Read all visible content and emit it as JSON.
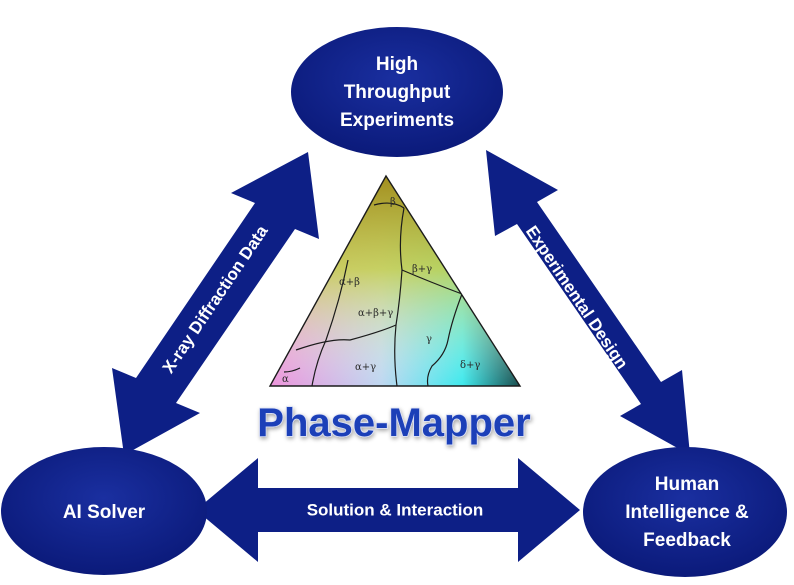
{
  "title": "Phase-Mapper",
  "nodes": {
    "top": {
      "lines": [
        "High",
        "Throughput",
        "Experiments"
      ]
    },
    "left": {
      "lines": [
        "AI Solver"
      ]
    },
    "right": {
      "lines": [
        "Human",
        "Intelligence &",
        "Feedback"
      ]
    }
  },
  "arrows": {
    "left": {
      "label": "X-ray Diffraction Data"
    },
    "right": {
      "label": "Experimental Design"
    },
    "bottom": {
      "label": "Solution & Interaction"
    }
  },
  "phase_diagram": {
    "regions": [
      "β",
      "β+γ",
      "α+β",
      "α+β+γ",
      "γ",
      "α+γ",
      "δ+γ",
      "α"
    ]
  },
  "colors": {
    "node_fill": "#0d1f86",
    "arrow_fill": "#0d1f86",
    "title_fill": "#1f3fb8"
  }
}
